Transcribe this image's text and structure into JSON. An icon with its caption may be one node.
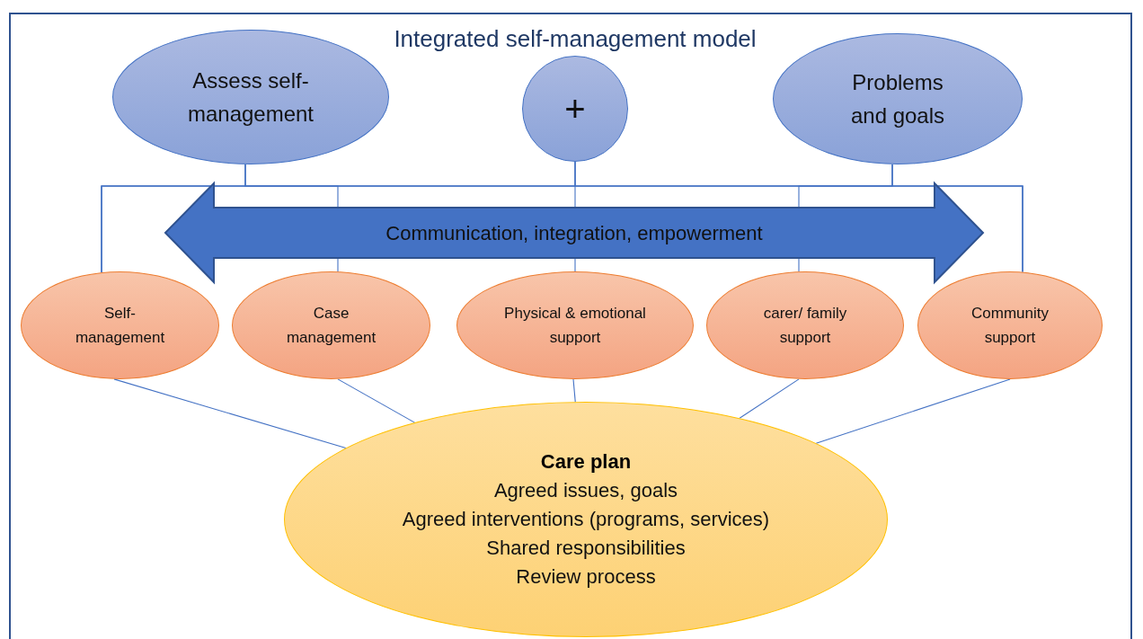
{
  "diagram": {
    "title": "Integrated self-management model",
    "nodes": [
      {
        "text": [
          "Assess self-management"
        ]
      },
      {
        "text": [
          "+"
        ]
      },
      {
        "text": [
          "Problems and goals"
        ]
      },
      {
        "text": [
          "Communication, integration, empowerment"
        ]
      },
      {
        "text": [
          "Self-management"
        ]
      },
      {
        "text": [
          "Case management"
        ]
      },
      {
        "text": [
          "Physical & emotional support"
        ]
      },
      {
        "text": [
          "carer/ family support"
        ]
      },
      {
        "text": [
          "Community support"
        ]
      },
      {
        "text": [
          "Care plan",
          "Agreed issues, goals",
          "Agreed interventions (programs, services)",
          "Shared responsibilities",
          "Review process"
        ]
      }
    ],
    "edges": [
      {
        "from": 0,
        "to": 4,
        "arrow": "none"
      },
      {
        "from": 0,
        "to": 3,
        "arrow": "none"
      },
      {
        "from": 0,
        "to": 8,
        "arrow": "none"
      },
      {
        "from": 1,
        "to": 4,
        "arrow": "none"
      },
      {
        "from": 1,
        "to": 3,
        "arrow": "none"
      },
      {
        "from": 1,
        "to": 8,
        "arrow": "none"
      },
      {
        "from": 2,
        "to": 4,
        "arrow": "none"
      },
      {
        "from": 2,
        "to": 3,
        "arrow": "none"
      },
      {
        "from": 2,
        "to": 8,
        "arrow": "none"
      },
      {
        "from": 3,
        "to": 5,
        "arrow": "none"
      },
      {
        "from": 3,
        "to": 6,
        "arrow": "none"
      },
      {
        "from": 3,
        "to": 7,
        "arrow": "none"
      },
      {
        "from": 4,
        "to": 9,
        "arrow": "none"
      },
      {
        "from": 5,
        "to": 9,
        "arrow": "none"
      },
      {
        "from": 6,
        "to": 9,
        "arrow": "none"
      },
      {
        "from": 7,
        "to": 9,
        "arrow": "none"
      },
      {
        "from": 8,
        "to": 9,
        "arrow": "none"
      }
    ]
  }
}
